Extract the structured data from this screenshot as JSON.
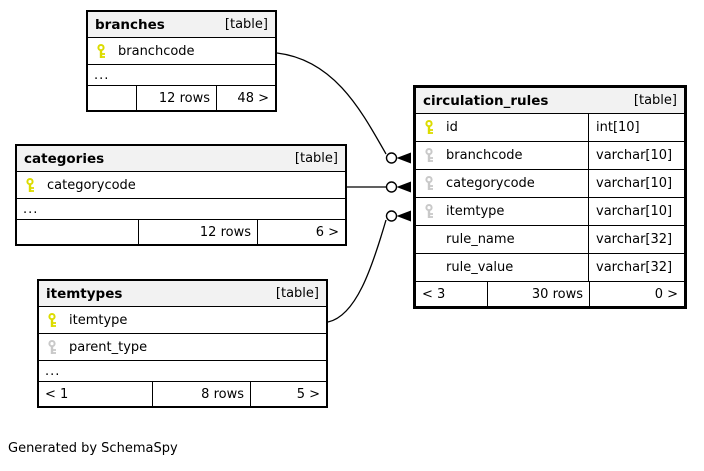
{
  "note": "Generated by SchemaSpy",
  "colors": {
    "border": "#000000",
    "header_bg": "#f2f2f2",
    "primary_key": "#dcdc00",
    "foreign_key": "#c9c9c9",
    "background": "#ffffff"
  },
  "tables": [
    {
      "name": "branches",
      "badge": "[table]",
      "columns": [
        {
          "name": "branchcode",
          "key": "primary"
        }
      ],
      "ellipsis": "...",
      "footer": {
        "left": "",
        "mid": "12 rows",
        "right": "48 >"
      }
    },
    {
      "name": "categories",
      "badge": "[table]",
      "columns": [
        {
          "name": "categorycode",
          "key": "primary"
        }
      ],
      "ellipsis": "...",
      "footer": {
        "left": "",
        "mid": "12 rows",
        "right": "6 >"
      }
    },
    {
      "name": "itemtypes",
      "badge": "[table]",
      "columns": [
        {
          "name": "itemtype",
          "key": "primary"
        },
        {
          "name": "parent_type",
          "key": "foreign"
        }
      ],
      "ellipsis": "...",
      "footer": {
        "left": "< 1",
        "mid": "8 rows",
        "right": "5 >"
      }
    },
    {
      "name": "circulation_rules",
      "badge": "[table]",
      "columns": [
        {
          "name": "id",
          "type": "int[10]",
          "key": "primary"
        },
        {
          "name": "branchcode",
          "type": "varchar[10]",
          "key": "foreign"
        },
        {
          "name": "categorycode",
          "type": "varchar[10]",
          "key": "foreign"
        },
        {
          "name": "itemtype",
          "type": "varchar[10]",
          "key": "foreign"
        },
        {
          "name": "rule_name",
          "type": "varchar[32]",
          "key": "none"
        },
        {
          "name": "rule_value",
          "type": "varchar[32]",
          "key": "none"
        }
      ],
      "footer": {
        "left": "< 3",
        "mid": "30 rows",
        "right": "0 >"
      }
    }
  ],
  "relationships": [
    {
      "from": "branches.branchcode",
      "to": "circulation_rules.branchcode"
    },
    {
      "from": "categories.categorycode",
      "to": "circulation_rules.categorycode"
    },
    {
      "from": "itemtypes.itemtype",
      "to": "circulation_rules.itemtype"
    }
  ]
}
